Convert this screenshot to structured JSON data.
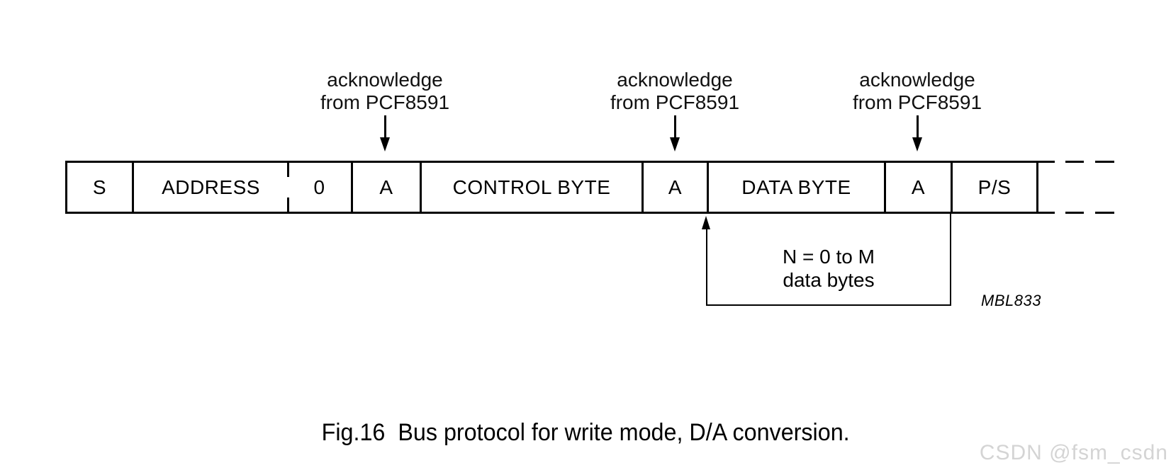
{
  "figure": {
    "acknowledge_labels": [
      {
        "line1": "acknowledge",
        "line2": "from PCF8591"
      },
      {
        "line1": "acknowledge",
        "line2": "from PCF8591"
      },
      {
        "line1": "acknowledge",
        "line2": "from PCF8591"
      }
    ],
    "bus_cells": [
      {
        "label": "S"
      },
      {
        "label": "ADDRESS"
      },
      {
        "label": "0"
      },
      {
        "label": "A"
      },
      {
        "label": "CONTROL BYTE"
      },
      {
        "label": "A"
      },
      {
        "label": "DATA BYTE"
      },
      {
        "label": "A"
      },
      {
        "label": "P/S"
      }
    ],
    "data_bytes_note": {
      "line1": "N = 0 to M",
      "line2": "data bytes"
    },
    "drawing_code": "MBL833",
    "caption": "Fig.16  Bus protocol for write mode, D/A conversion."
  },
  "watermark": {
    "text": "CSDN @fsm_csdn",
    "color": "#d4d4d4"
  },
  "colors": {
    "line": "#000000",
    "background": "#ffffff"
  }
}
